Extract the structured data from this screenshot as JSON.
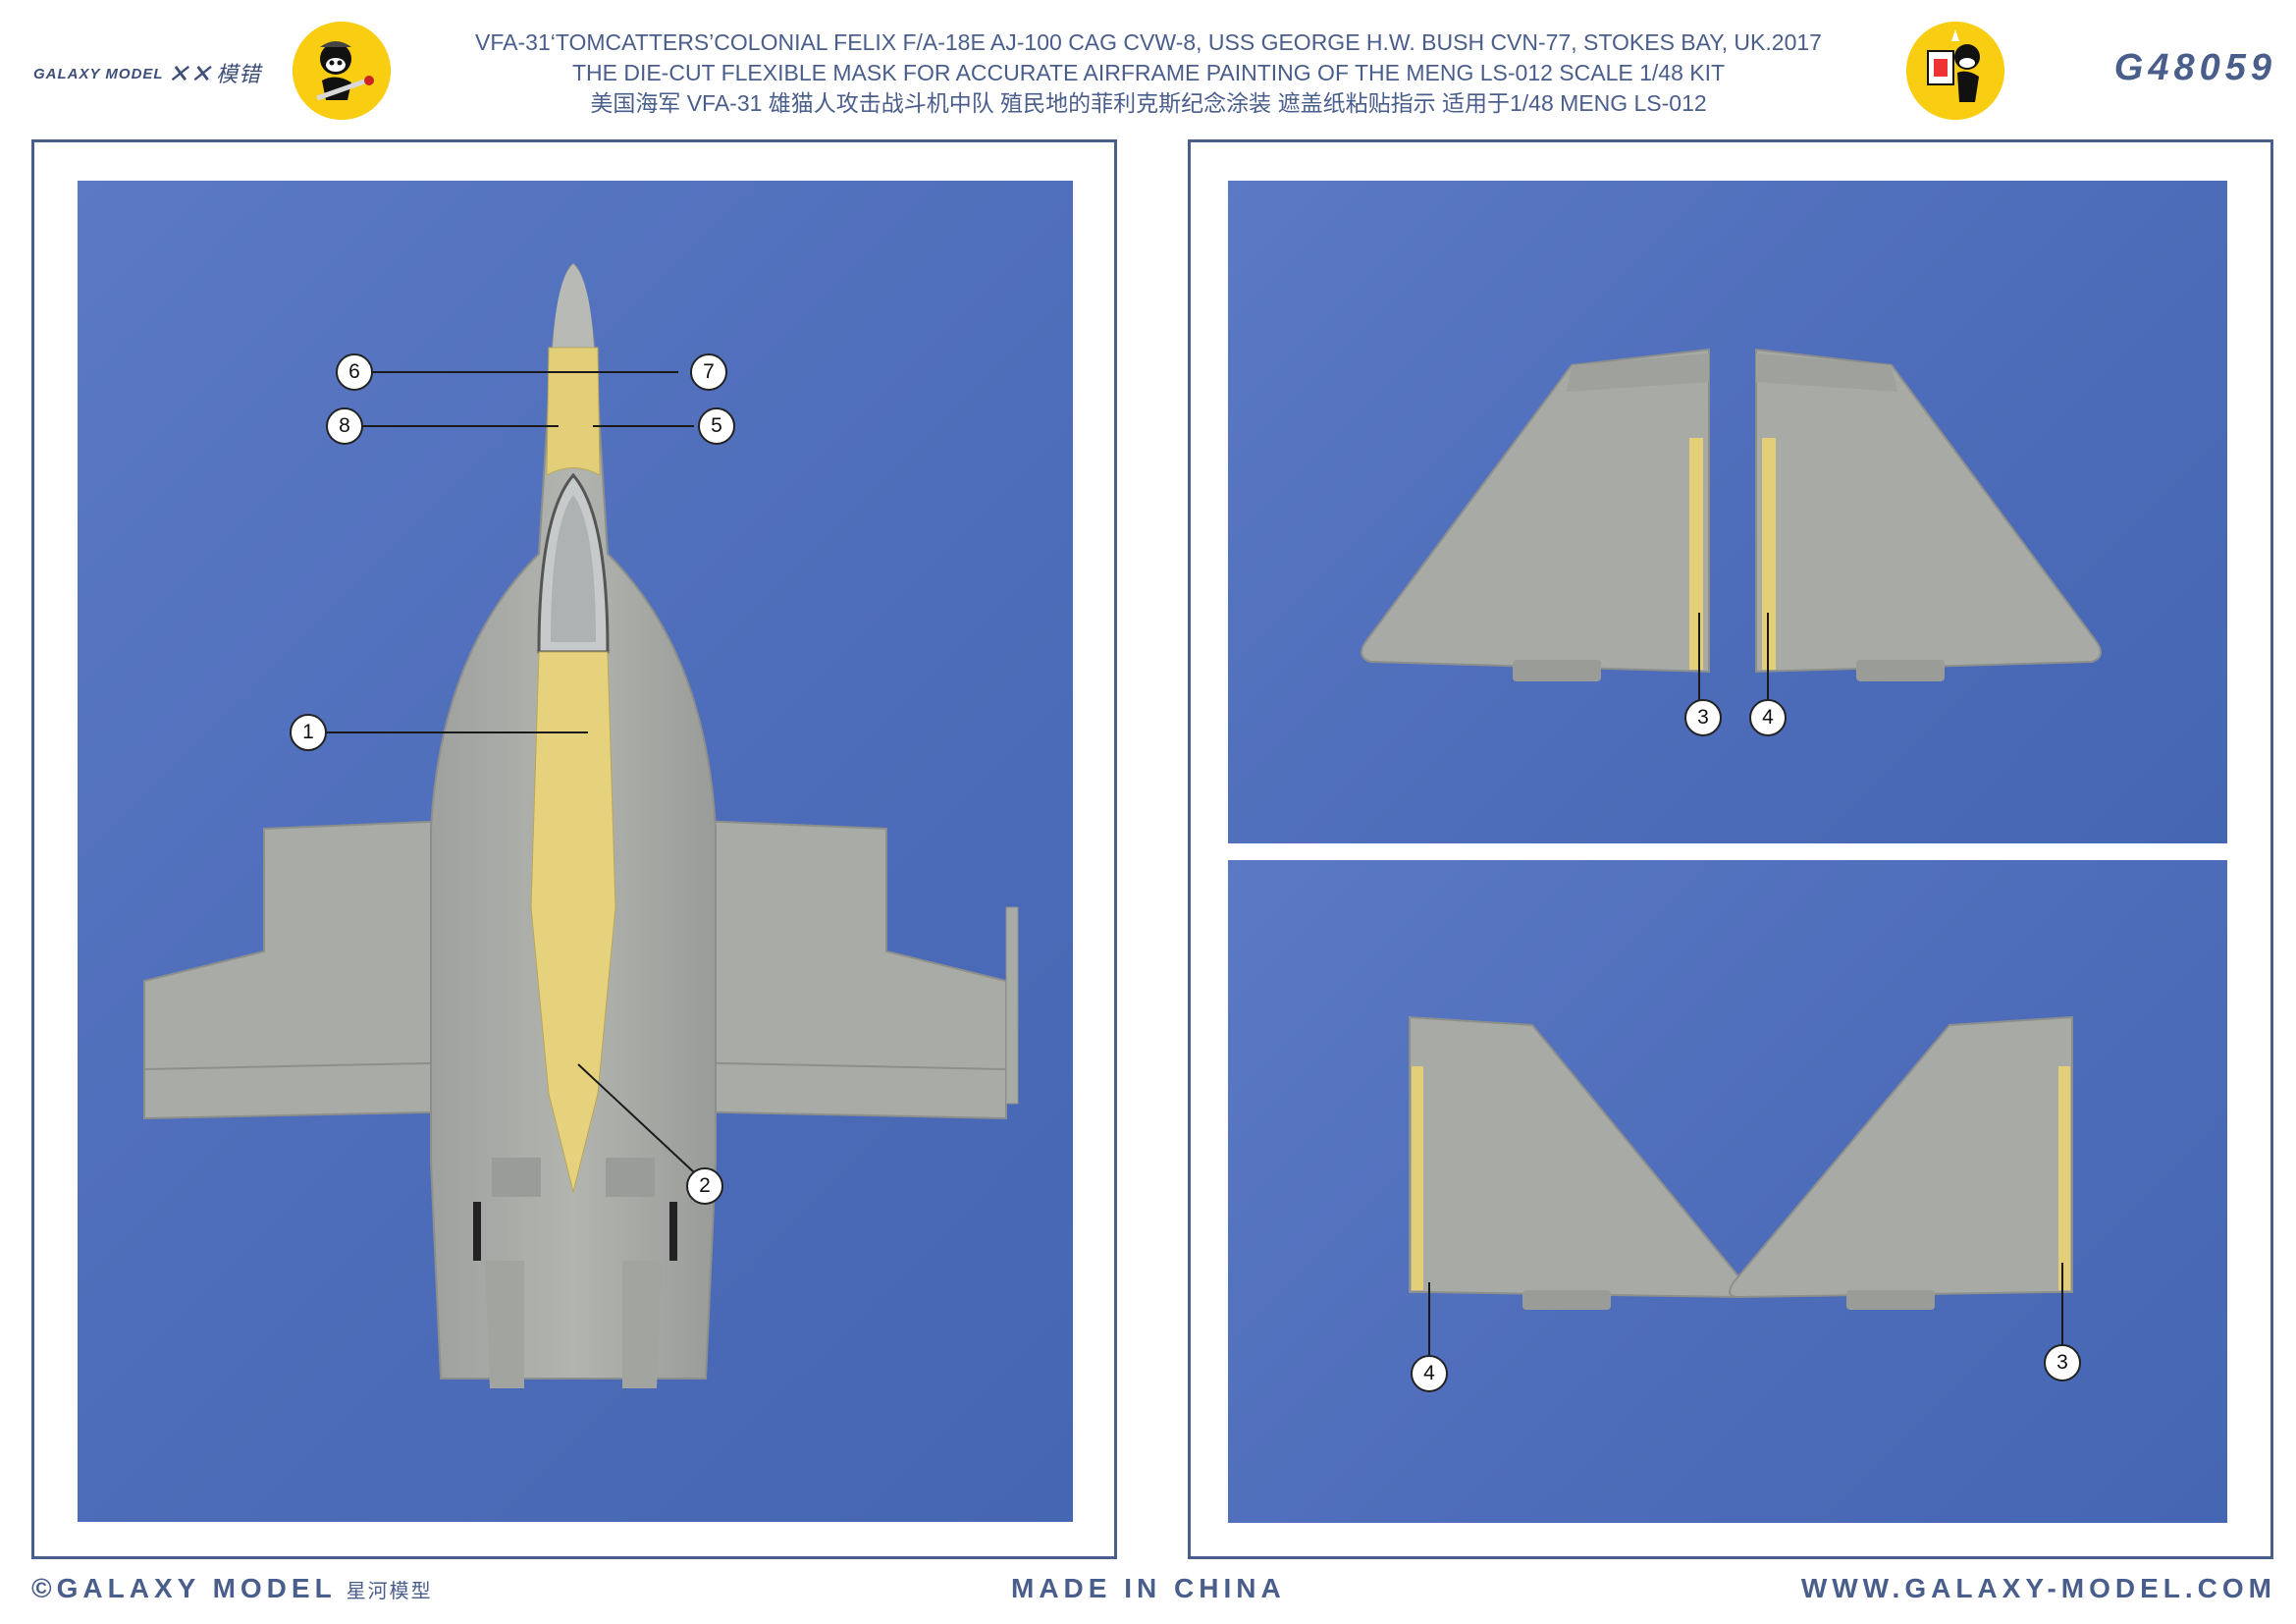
{
  "header": {
    "brand_left": "GALAXY MODEL",
    "brand_left_cn": "模错",
    "title_line1": "VFA-31‘TOMCATTERS’COLONIAL FELIX F/A-18E AJ-100 CAG CVW-8, USS GEORGE H.W. BUSH CVN-77, STOKES BAY, UK.2017",
    "title_line2": "THE DIE-CUT FLEXIBLE MASK FOR ACCURATE AIRFRAME PAINTING OF THE MENG LS-012 SCALE 1/48 KIT",
    "title_line3": "美国海军 VFA-31 雄猫人攻击战斗机中队 殖民地的菲利克斯纪念涂装 遮盖纸粘贴指示 适用于1/48 MENG LS-012",
    "product_code": "G48059"
  },
  "callouts": {
    "main": [
      "6",
      "7",
      "8",
      "5",
      "1",
      "2"
    ],
    "top_right": [
      "3",
      "4"
    ],
    "bottom_right": [
      "4",
      "3"
    ]
  },
  "footer": {
    "copyright": "©GALAXY MODEL",
    "copyright_cn": "星河模型",
    "made_in": "MADE IN CHINA",
    "website": "WWW.GALAXY-MODEL.COM"
  },
  "colors": {
    "brand_blue": "#4a5e8c",
    "background_blue": "#4f6fbd",
    "mask_yellow": "#e6d27c",
    "aircraft_grey": "#a8aaa6",
    "badge_yellow": "#f8cd12"
  }
}
